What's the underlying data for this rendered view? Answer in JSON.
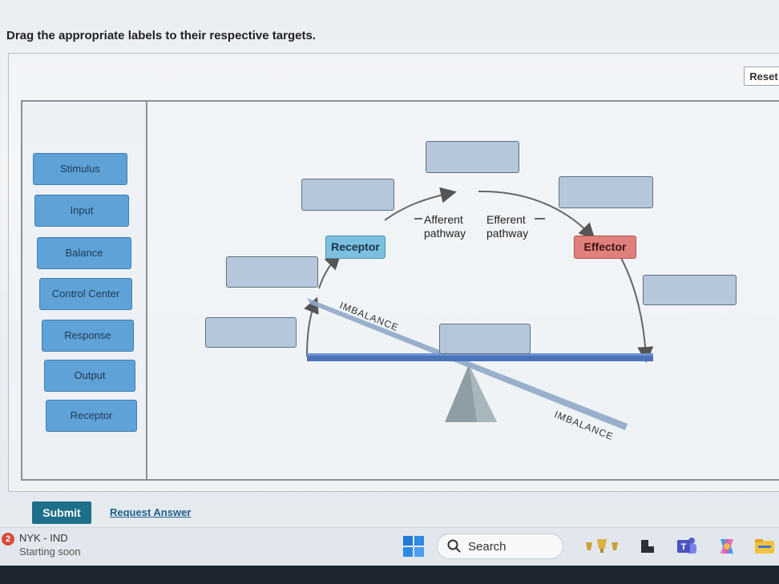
{
  "instruction": "Drag the appropriate labels to their respective targets.",
  "reset_label": "Reset",
  "labels": [
    "Stimulus",
    "Input",
    "Balance",
    "Control Center",
    "Response",
    "Output",
    "Receptor"
  ],
  "diagram": {
    "receptor_tag": "Receptor",
    "effector_tag": "Effector",
    "afferent": [
      "Afferent",
      "pathway"
    ],
    "efferent": [
      "Efferent",
      "pathway"
    ],
    "imbalance_left": "IMBALANCE",
    "imbalance_right": "IMBALANCE"
  },
  "actions": {
    "submit": "Submit",
    "request_answer": "Request Answer"
  },
  "taskbar": {
    "weather_badge": "2",
    "weather_title": "NYK - IND",
    "weather_sub": "Starting soon",
    "search_label": "Search"
  },
  "colors": {
    "label_chip": "#5ea2d8",
    "target_box": "#b7c7db",
    "receptor": "#7cc0df",
    "effector": "#e0807c",
    "submit": "#1d6f8a"
  }
}
